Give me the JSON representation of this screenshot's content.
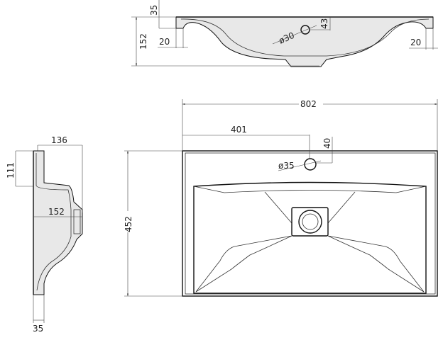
{
  "front_view": {
    "height_label": "152",
    "rim_height_label": "35",
    "left_rim_label": "20",
    "right_rim_label": "20",
    "hole_diameter_label": "ø30",
    "hole_offset_label": "43"
  },
  "side_view": {
    "depth_label": "136",
    "upper_height_label": "111",
    "total_depth_label": "152",
    "rim_label": "35"
  },
  "top_view": {
    "width_label": "802",
    "half_width_label": "401",
    "hole_offset_label": "40",
    "hole_diameter_label": "ø35",
    "depth_label": "452"
  }
}
